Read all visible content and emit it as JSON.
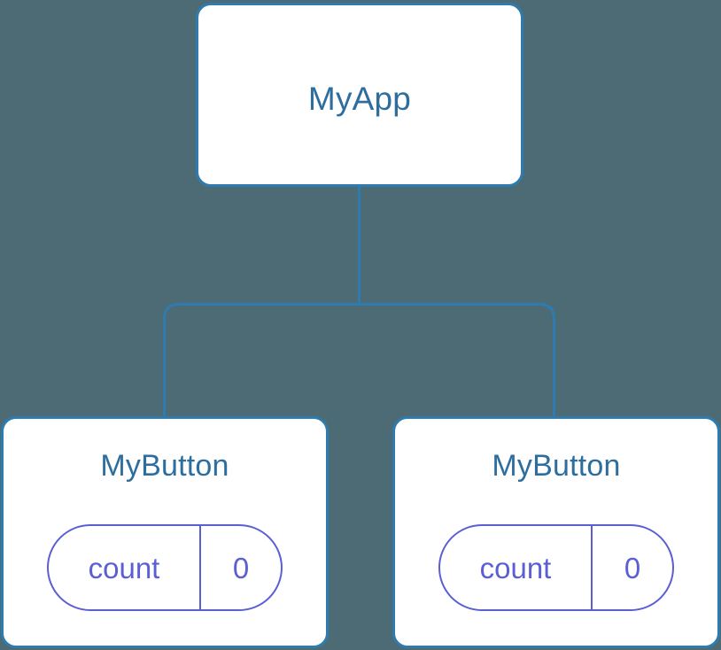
{
  "diagram": {
    "background_color": "#4d6b74",
    "node_border_color": "#2e7bb0",
    "node_fill_color": "#ffffff",
    "node_label_color": "#2d6e9e",
    "edge_color": "#2e7bb0",
    "state_accent_color": "#5b5fd3"
  },
  "root": {
    "label": "MyApp"
  },
  "children": [
    {
      "label": "MyButton",
      "state": {
        "key": "count",
        "value": "0"
      }
    },
    {
      "label": "MyButton",
      "state": {
        "key": "count",
        "value": "0"
      }
    }
  ]
}
